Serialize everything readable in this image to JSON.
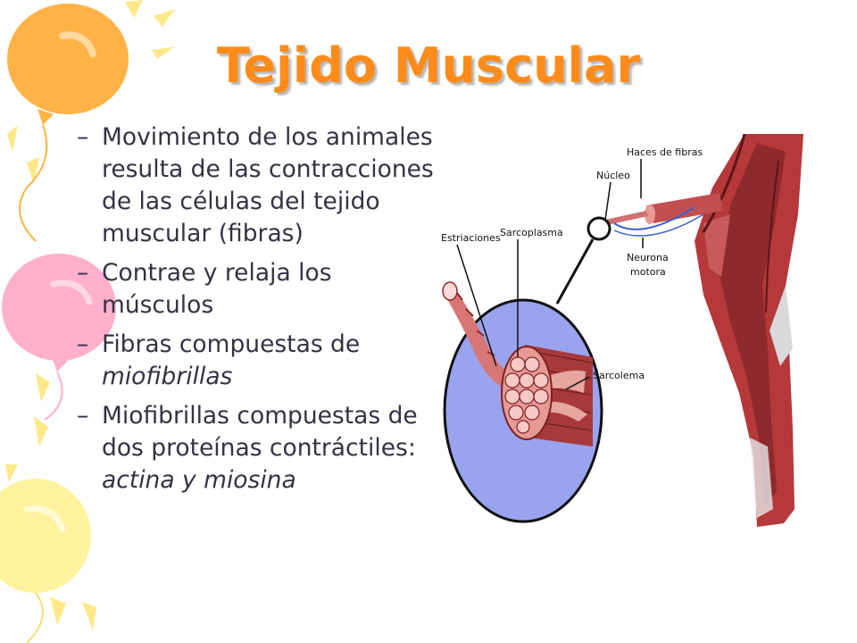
{
  "slide": {
    "title": "Tejido Muscular",
    "bullets": [
      {
        "dash": "–",
        "text": "Movimiento de los animales resulta de las  contracciones de las células del tejido muscular (fibras)",
        "italic": ""
      },
      {
        "dash": "–",
        "text": "Contrae y relaja los músculos",
        "italic": ""
      },
      {
        "dash": "–",
        "text": "Fibras compuestas de ",
        "italic": "miofibrillas"
      },
      {
        "dash": "–",
        "text": "Miofibrillas compuestas de dos proteínas contráctiles: ",
        "italic": "actina y miosina"
      }
    ]
  },
  "figure": {
    "labels": {
      "haces": "Haces de fibras",
      "nucleo": "Núcleo",
      "estriaciones": "Estriaciones",
      "sarcoplasma": "Sarcoplasma",
      "neurona1": "Neurona",
      "neurona2": "motora",
      "sarcolema": "Sarcolema"
    }
  },
  "colors": {
    "title": "#ff8c1a",
    "text": "#333344",
    "circle_fill": "#9aa3ee",
    "muscle_red": "#b5383a",
    "muscle_pink": "#e79a95",
    "balloon_orange": "#ffb347",
    "balloon_pink": "#ffb0cc",
    "balloon_yellow": "#fff3a0"
  }
}
